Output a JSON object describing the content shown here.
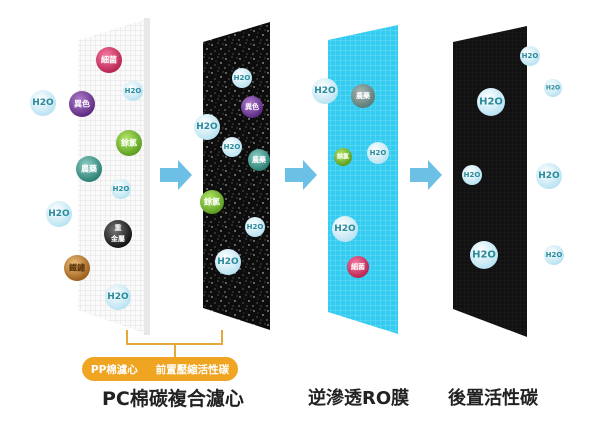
{
  "stages": [
    {
      "id": "pp-cotton",
      "name": "PP棉濾心"
    },
    {
      "id": "pre-carbon",
      "name": "前置壓縮活性碳"
    },
    {
      "id": "ro",
      "name": "逆滲透RO膜"
    },
    {
      "id": "post-carbon",
      "name": "後置活性碳"
    }
  ],
  "labels": {
    "pill_left": "PP棉濾心",
    "pill_right": "前置壓縮活性碳",
    "combo": "PC棉碳複合濾心",
    "ro": "逆滲透RO膜",
    "post": "後置活性碳"
  },
  "particles": {
    "bacteria": "細菌",
    "color": "異色",
    "chlorine": "餘氯",
    "pesticide": "農藥",
    "heavy_metal_1": "重",
    "heavy_metal_2": "金屬",
    "rust": "鐵鏽",
    "water": "H2O"
  },
  "colors": {
    "bacteria": "#d6336c",
    "color": "#7b3fa0",
    "chlorine": "#7cc332",
    "pesticide": "#3a9a8f",
    "heavy_metal": "#2b2b2b",
    "rust": "#b87a2a",
    "water": "#dff3fb",
    "water_text": "#2a8a9a",
    "arrow": "#6cc0e5",
    "ro_panel": "#33ccf0",
    "accent": "#f0a522"
  }
}
